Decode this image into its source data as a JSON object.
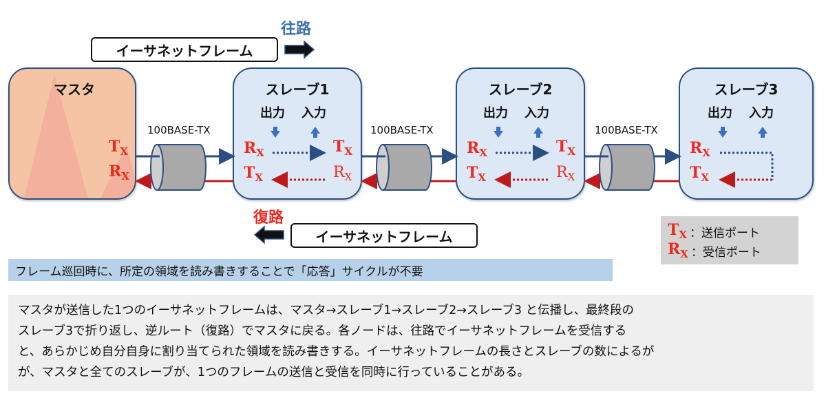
{
  "forward": {
    "route_label": "往路",
    "frame_label": "イーサネットフレーム",
    "arrow_icon": "arrow-right-icon",
    "route_color": "#3a6fb0"
  },
  "return": {
    "route_label": "復路",
    "frame_label": "イーサネットフレーム",
    "arrow_icon": "arrow-left-icon",
    "route_color": "#f0291e"
  },
  "master": {
    "title": "マスタ",
    "tx": {
      "main": "T",
      "sub": "X"
    },
    "rx": {
      "main": "R",
      "sub": "X"
    }
  },
  "slaves": [
    {
      "title": "スレーブ1",
      "output": "出力",
      "input": "入力"
    },
    {
      "title": "スレーブ2",
      "output": "出力",
      "input": "入力"
    },
    {
      "title": "スレーブ3",
      "output": "出力",
      "input": "入力"
    }
  ],
  "ports": {
    "tx": {
      "main": "T",
      "sub": "X"
    },
    "rx": {
      "main": "R",
      "sub": "X"
    }
  },
  "cables": [
    {
      "label": "100BASE-TX"
    },
    {
      "label": "100BASE-TX"
    },
    {
      "label": "100BASE-TX"
    }
  ],
  "legend": {
    "tx_text": "：送信ポート",
    "rx_text": "：受信ポート"
  },
  "callout": "フレーム巡回時に、所定の領域を読み書きすることで「応答」サイクルが不要",
  "description": [
    "マスタが送信した1つのイーサネットフレームは、マスタ→スレーブ1→スレーブ2→スレーブ3 と伝播し、最終段の",
    "スレーブ3で折り返し、逆ルート（復路）でマスタに戻る。各ノードは、往路でイーサネットフレームを受信する",
    "と、あらかじめ自分自身に割り当てられた領域を読み書きする。イーサネットフレームの長さとスレーブの数によるが",
    "が、マスタと全てのスレーブが、1つのフレームの送信と受信を同時に行っていることがある。"
  ],
  "colors": {
    "forward_line": "#2b4f82",
    "return_line": "#c0191b",
    "port_text": "#f0291e",
    "io_arrow": "#3a6fc4"
  }
}
